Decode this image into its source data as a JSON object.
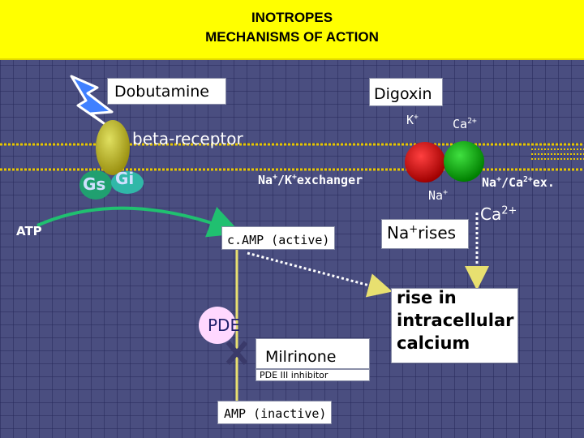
{
  "header": {
    "line1": "INOTROPES",
    "line2": "MECHANISMS OF ACTION"
  },
  "labels": {
    "dobutamine": "Dobutamine",
    "digoxin": "Digoxin",
    "beta_receptor": "beta-receptor",
    "k_plus": "K",
    "ca2_plus": "Ca",
    "gs": "Gs",
    "gi": "Gi",
    "na_k_exchanger_a": "Na",
    "na_k_exchanger_b": "/K",
    "na_k_exchanger_c": "exchanger",
    "na_plus": "Na",
    "na_ca_ex_a": "Na",
    "na_ca_ex_b": "/Ca",
    "na_ca_ex_c": "ex.",
    "atp": "ATP",
    "camp_active": "c.AMP (active)",
    "na_rises_a": "Na",
    "na_rises_b": "rises",
    "ca2_plus_2": "Ca",
    "rise_line1": "rise in",
    "rise_line2": "intracellular",
    "rise_line3": "calcium",
    "pde": "PDE",
    "milrinone": "Milrinone",
    "pde3_inhibitor": "PDE III inhibitor",
    "amp_inactive": "AMP (inactive)",
    "plus": "+",
    "two_plus": "2+"
  },
  "colors": {
    "header_bg": "#ffff00",
    "membrane": "#e8c800",
    "receptor": "#c8c020",
    "gs": "#20a070",
    "gi": "#30b8a8",
    "exchanger_red": "#cc0000",
    "exchanger_green": "#10a010",
    "arrow_green": "#20c070",
    "pathway_yellow": "#e8e070",
    "pde_circle": "#ffd8ff"
  },
  "icons": {
    "drug": "lightning-bolt-icon",
    "block": "x-block-icon"
  }
}
